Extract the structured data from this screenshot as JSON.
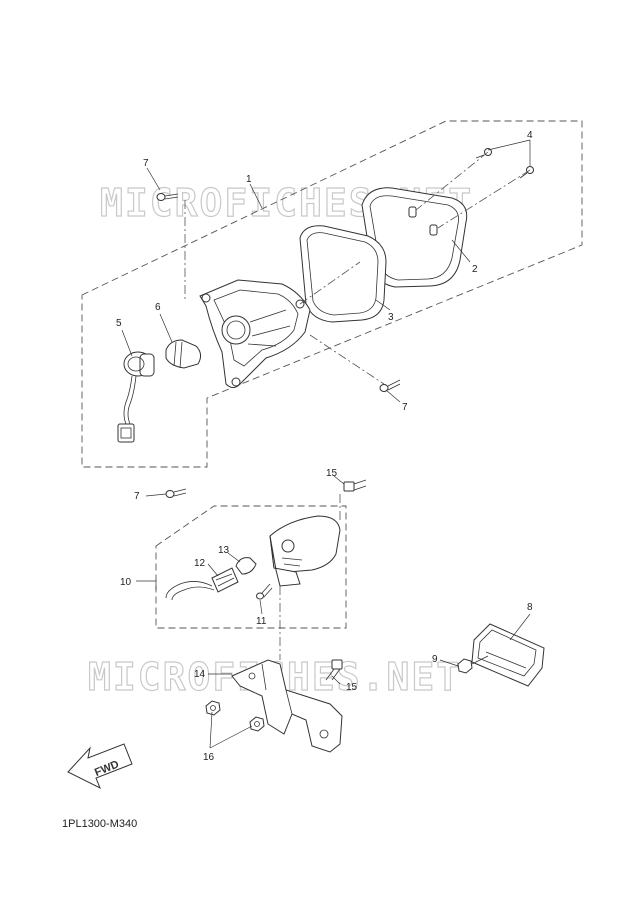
{
  "watermarks": [
    "MICROFICHES.NET",
    "MICROFICHES.NET"
  ],
  "direction_label": "FWD",
  "diagram_code": "1PL1300-M340",
  "callouts": {
    "c1": "1",
    "c2": "2",
    "c3": "3",
    "c4": "4",
    "c5": "5",
    "c6": "6",
    "c7a": "7",
    "c7b": "7",
    "c7c": "7",
    "c8": "8",
    "c9": "9",
    "c10": "10",
    "c11": "11",
    "c12": "12",
    "c13": "13",
    "c14": "14",
    "c15a": "15",
    "c15b": "15",
    "c16": "16"
  }
}
